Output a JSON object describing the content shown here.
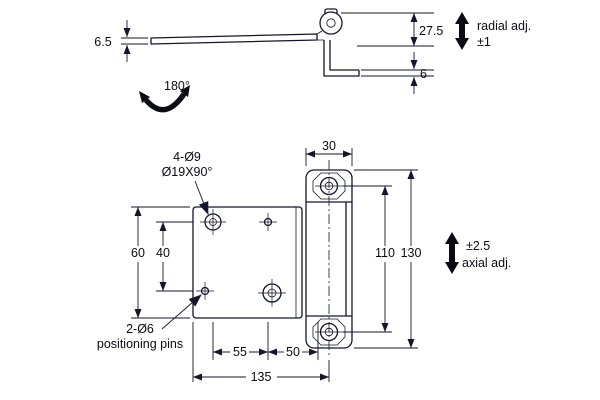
{
  "side_view": {
    "dim_thickness": "6.5",
    "dim_height": "27.5",
    "dim_offset": "6",
    "swing_angle": "180°",
    "radial_adj_label": "radial adj.",
    "radial_adj_value": "±1"
  },
  "front_view": {
    "dim_width": "30",
    "hole_callout_1": "4-Ø9",
    "hole_callout_2": "Ø19X90°",
    "dim_left_outer": "60",
    "dim_left_inner": "40",
    "dim_right_inner": "110",
    "dim_right_outer": "130",
    "pin_callout_1": "2-Ø6",
    "pin_callout_2": "positioning pins",
    "dim_bottom_left": "55",
    "dim_bottom_right": "50",
    "dim_total_width": "135",
    "axial_adj_value": "±2.5",
    "axial_adj_label": "axial adj."
  },
  "colors": {
    "line": "#15152b",
    "text": "#0b0b14",
    "background": "#ffffff"
  }
}
